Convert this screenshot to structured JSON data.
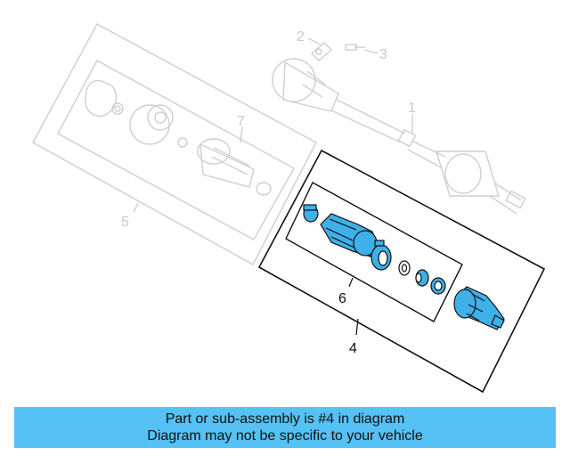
{
  "callouts": {
    "c1": "1",
    "c2": "2",
    "c3": "3",
    "c4": "4",
    "c5": "5",
    "c6": "6",
    "c7": "7"
  },
  "banner": {
    "line1": "Part or sub-assembly is #4 in diagram",
    "line2": "Diagram may not be specific to your vehicle"
  },
  "colors": {
    "highlight": "#55c1f4",
    "part_fill": "#3fb0e8",
    "ghost_lines": "#cfcfcf",
    "ink": "#111111"
  }
}
